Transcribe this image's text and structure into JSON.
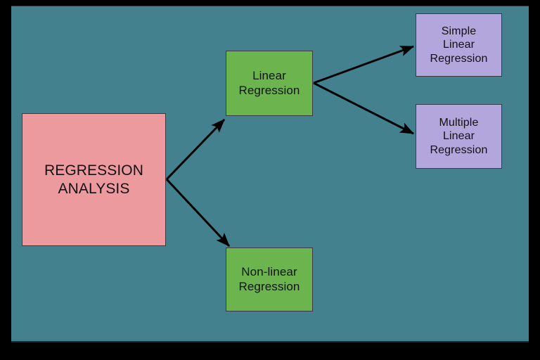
{
  "diagram": {
    "title_node": "REGRESSION\nANALYSIS",
    "background_color": "#44818F",
    "frame_color": "#000000",
    "nodes": [
      {
        "id": "regression-analysis",
        "label": "REGRESSION\nANALYSIS",
        "color": "#ED9A9F",
        "level": 0
      },
      {
        "id": "linear-regression",
        "label": "Linear\nRegression",
        "color": "#6CB54E",
        "level": 1
      },
      {
        "id": "non-linear-regression",
        "label": "Non-linear\nRegression",
        "color": "#6CB54E",
        "level": 1
      },
      {
        "id": "simple-linear-regression",
        "label": "Simple\nLinear\nRegression",
        "color": "#B3A6DC",
        "level": 2
      },
      {
        "id": "multiple-linear-regression",
        "label": "Multiple\nLinear\nRegression",
        "color": "#B3A6DC",
        "level": 2
      }
    ],
    "edges": [
      {
        "from": "regression-analysis",
        "to": "linear-regression"
      },
      {
        "from": "regression-analysis",
        "to": "non-linear-regression"
      },
      {
        "from": "linear-regression",
        "to": "simple-linear-regression"
      },
      {
        "from": "linear-regression",
        "to": "multiple-linear-regression"
      }
    ],
    "edge_color": "#000000"
  }
}
